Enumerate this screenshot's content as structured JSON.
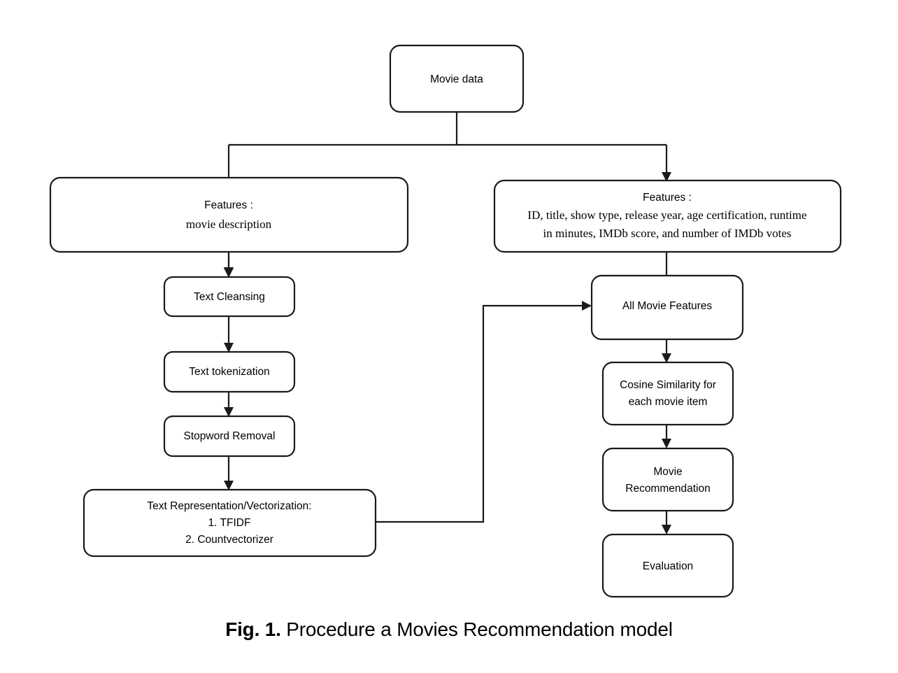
{
  "figure": {
    "caption_label": "Fig. 1.",
    "caption_text": "Procedure a Movies Recommendation model"
  },
  "colors": {
    "stroke": "#1a1a1a",
    "fill": "#ffffff",
    "background": "#ffffff"
  },
  "chart_data": {
    "type": "diagram",
    "title": "Procedure a Movies Recommendation model",
    "nodes": [
      {
        "id": "movie-data",
        "label": "Movie data"
      },
      {
        "id": "features-left-line1",
        "label": "Features :"
      },
      {
        "id": "features-left-line2",
        "label": "movie description"
      },
      {
        "id": "features-right-line1",
        "label": "Features :"
      },
      {
        "id": "features-right-line2",
        "label": "ID, title, show type, release year, age certification, runtime"
      },
      {
        "id": "features-right-line3",
        "label": "in minutes, IMDb score, and number of IMDb votes"
      },
      {
        "id": "text-cleansing",
        "label": "Text Cleansing"
      },
      {
        "id": "text-tokenization",
        "label": "Text tokenization"
      },
      {
        "id": "stopword-removal",
        "label": "Stopword Removal"
      },
      {
        "id": "text-representation-line1",
        "label": "Text Representation/Vectorization:"
      },
      {
        "id": "text-representation-line2",
        "label": "1. TFIDF"
      },
      {
        "id": "text-representation-line3",
        "label": "2. Countvectorizer"
      },
      {
        "id": "all-movie-features",
        "label": "All Movie Features"
      },
      {
        "id": "cosine-similarity-line1",
        "label": "Cosine Similarity for"
      },
      {
        "id": "cosine-similarity-line2",
        "label": "each movie item"
      },
      {
        "id": "movie-recommendation-line1",
        "label": "Movie"
      },
      {
        "id": "movie-recommendation-line2",
        "label": "Recommendation"
      },
      {
        "id": "evaluation",
        "label": "Evaluation"
      }
    ],
    "edges": [
      {
        "from": "movie-data",
        "to": "features-left",
        "arrow": true
      },
      {
        "from": "movie-data",
        "to": "features-right",
        "arrow": true
      },
      {
        "from": "features-left",
        "to": "text-cleansing",
        "arrow": true
      },
      {
        "from": "text-cleansing",
        "to": "text-tokenization",
        "arrow": true
      },
      {
        "from": "text-tokenization",
        "to": "stopword-removal",
        "arrow": true
      },
      {
        "from": "stopword-removal",
        "to": "text-representation",
        "arrow": true
      },
      {
        "from": "text-representation",
        "to": "all-movie-features",
        "arrow": true
      },
      {
        "from": "features-right",
        "to": "all-movie-features",
        "arrow": false
      },
      {
        "from": "all-movie-features",
        "to": "cosine-similarity",
        "arrow": true
      },
      {
        "from": "cosine-similarity",
        "to": "movie-recommendation",
        "arrow": true
      },
      {
        "from": "movie-recommendation",
        "to": "evaluation",
        "arrow": true
      }
    ]
  },
  "nodes": {
    "movie_data": {
      "label": "Movie data"
    },
    "features_left": {
      "line1": "Features :",
      "line2": "movie description"
    },
    "features_right": {
      "line1": "Features :",
      "line2": "ID, title, show type, release year, age certification, runtime",
      "line3": "in minutes, IMDb score, and number of IMDb votes"
    },
    "text_cleansing": {
      "label": "Text Cleansing"
    },
    "text_tokenization": {
      "label": "Text tokenization"
    },
    "stopword_removal": {
      "label": "Stopword Removal"
    },
    "text_representation": {
      "line1": "Text Representation/Vectorization:",
      "line2": "1. TFIDF",
      "line3": "2. Countvectorizer"
    },
    "all_movie_features": {
      "label": "All Movie Features"
    },
    "cosine_similarity": {
      "line1": "Cosine Similarity for",
      "line2": "each movie item"
    },
    "movie_recommendation": {
      "line1": "Movie",
      "line2": "Recommendation"
    },
    "evaluation": {
      "label": "Evaluation"
    }
  }
}
